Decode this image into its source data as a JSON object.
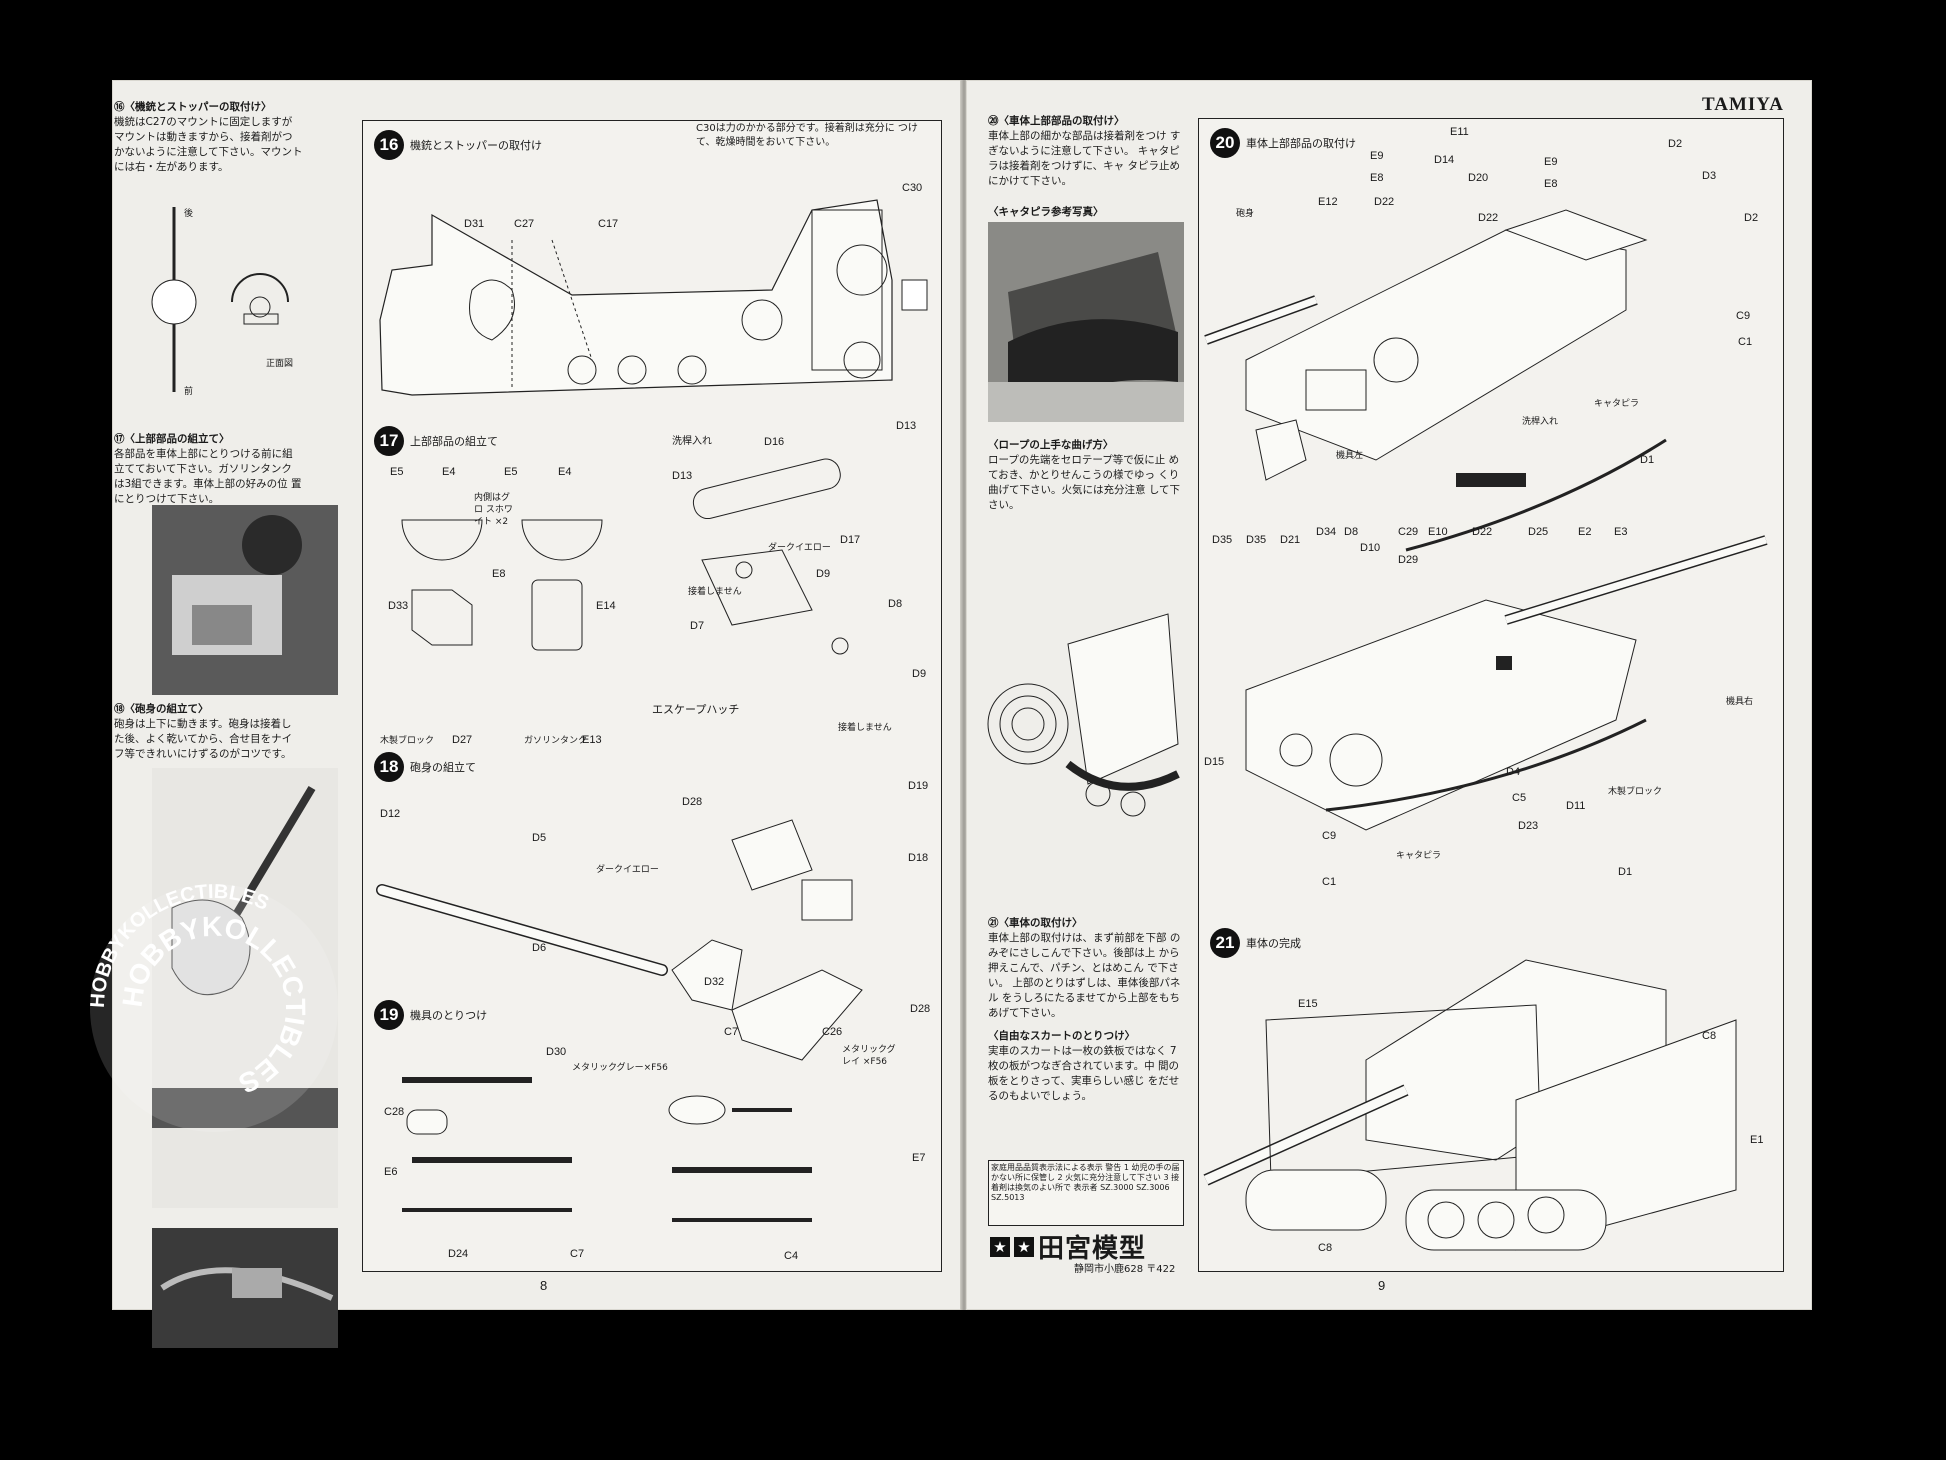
{
  "left_page": {
    "page_number": "8",
    "sidebar": [
      {
        "title": "⑯〈機銃とストッパーの取付け〉",
        "text": "機銃はC27のマウントに固定しますが マウントは動きますから、接着剤がつ かないように注意して下さい。マウント には右・左があります。"
      },
      {
        "title": "⑰〈上部部品の組立て〉",
        "text": "各部品を車体上部にとりつける前に組 立てておいて下さい。ガソリンタンク は3組できます。車体上部の好みの位 置にとりつけて下さい。"
      },
      {
        "title": "⑱〈砲身の組立て〉",
        "text": "砲身は上下に動きます。砲身は接着し た後、よく乾いてから、合せ目をナイ フ等できれいにけずるのがコツです。"
      }
    ],
    "sidebar_labels": {
      "rear": "後",
      "front": "前",
      "front_view": "正面図"
    },
    "steps": {
      "s16": {
        "num": "16",
        "title": "機銃とストッパーの取付け",
        "note": "C30は力のかかる部分です。接着剤は充分に つけて、乾燥時間をおいて下さい。",
        "parts": [
          "D31",
          "C27",
          "C17",
          "C30"
        ]
      },
      "s17": {
        "num": "17",
        "title": "上部部品の組立て",
        "parts": [
          "E5",
          "E4",
          "E5",
          "E4",
          "E8",
          "D33",
          "D27",
          "E14",
          "E13",
          "D16",
          "D13",
          "D13",
          "D17",
          "D9",
          "D7",
          "D8",
          "D9"
        ],
        "notes": {
          "inner": "内側はグロ スホワイト ×2",
          "wood": "木製ブロック",
          "gas": "ガソリンタンク",
          "wash": "洗桿入れ",
          "yellow": "ダークイエロー",
          "noglue1": "接着しません",
          "noglue2": "接着しません",
          "hatch": "エスケープハッチ"
        }
      },
      "s18": {
        "num": "18",
        "title": "砲身の組立て",
        "parts": [
          "D12",
          "D5",
          "D6",
          "D32",
          "D28",
          "D28",
          "D19",
          "D18"
        ],
        "notes": {
          "yellow": "ダークイエロー"
        }
      },
      "s19": {
        "num": "19",
        "title": "機具のとりつけ",
        "parts": [
          "D30",
          "C28",
          "E6",
          "D24",
          "C7",
          "C7",
          "C26",
          "E7",
          "C4"
        ],
        "notes": {
          "grey1": "メタリックグレー×F56",
          "grey2": "メタリックグレイ ×F56"
        }
      }
    }
  },
  "right_page": {
    "page_number": "9",
    "brand": "TAMIYA",
    "sidebar": [
      {
        "title": "⑳〈車体上部部品の取付け〉",
        "text": "車体上部の細かな部品は接着剤をつけ すぎないように注意して下さい。 キャタピラは接着剤をつけずに、キャ タピラ止めにかけて下さい。"
      },
      {
        "title": "〈キャタピラ参考写真〉",
        "text": ""
      },
      {
        "title": "〈ロープの上手な曲げ方〉",
        "text": "ロープの先端をセロテープ等で仮に止 めておき、かとりせんこうの様でゆっ くり曲げて下さい。火気には充分注意 して下さい。"
      },
      {
        "title": "㉑〈車体の取付け〉",
        "text": "車体上部の取付けは、まず前部を下部 のみぞにさしこんで下さい。後部は上 から押えこんで、パチン、とはめこん で下さい。 上部のとりはずしは、車体後部パネル をうしろにたるませてから上部をもち あげて下さい。"
      },
      {
        "title": "〈自由なスカートのとりつけ〉",
        "text": "実車のスカートは一枚の鉄板ではなく 7枚の板がつなぎ合されています。中 間の板をとりさって、実車らしい感じ をだせるのもよいでしょう。"
      }
    ],
    "steps": {
      "s20": {
        "num": "20",
        "title": "車体上部部品の取付け",
        "parts_top": [
          "E11",
          "E12",
          "E9",
          "D14",
          "E9",
          "D2",
          "E8",
          "D20",
          "E8",
          "D3",
          "D22",
          "D22",
          "D2",
          "C9",
          "C1",
          "D1"
        ],
        "parts_bottom": [
          "D35",
          "D35",
          "D21",
          "D34",
          "D8",
          "D10",
          "C29",
          "E10",
          "D22",
          "D25",
          "E2",
          "E3",
          "D29",
          "D15",
          "D4",
          "C5",
          "D11",
          "D23",
          "C9",
          "C1",
          "D1"
        ],
        "notes": {
          "gun": "砲身",
          "tools_l": "機具左",
          "wash": "洗桿入れ",
          "track": "キャタピラ",
          "tools_r": "機具右",
          "wood": "木製ブロック",
          "track2": "キャタピラ"
        }
      },
      "s21": {
        "num": "21",
        "title": "車体の完成",
        "parts": [
          "E15",
          "C8",
          "E1",
          "C8"
        ]
      }
    },
    "warning_box": "家庭用品品質表示法による表示 警告 1 幼児の手の届かない所に保管し 2 火気に充分注意して下さい 3 接着剤は換気のよい所で 表示者 SZ.3000 SZ.3006 SZ.5013",
    "logo_name": "田宮模型",
    "logo_address": "静岡市小鹿628 〒422"
  },
  "watermark": "HOBBYKOLLECTIBLES"
}
